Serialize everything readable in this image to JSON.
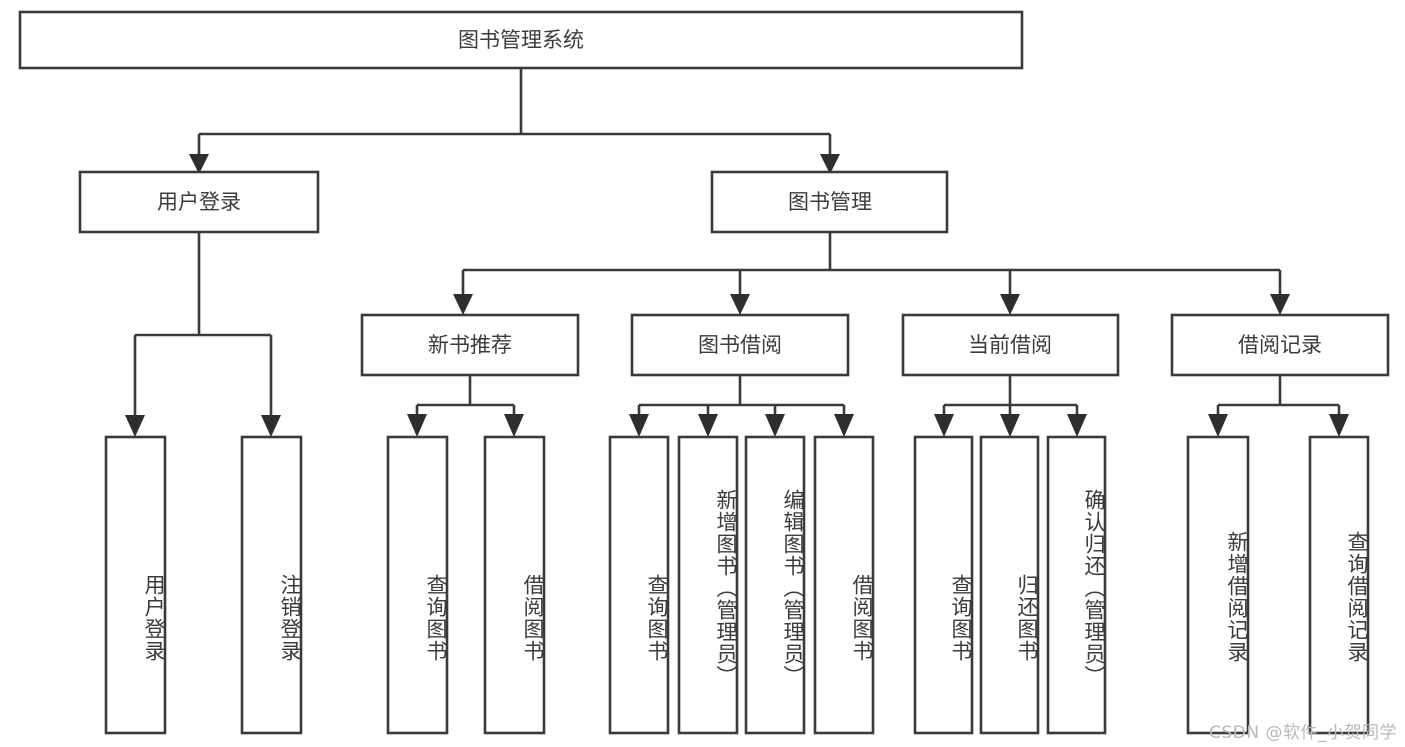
{
  "diagram": {
    "type": "tree",
    "title": "图书管理系统",
    "orientation": "top-down",
    "colors": {
      "background": "#ffffff",
      "box_fill": "#ffffff",
      "box_stroke": "#3a3a3a",
      "connector": "#3a3a3a",
      "arrow": "#2e2e2e",
      "text": "#3c3c3c",
      "watermark": "#b9b9b9"
    },
    "root": {
      "label": "图书管理系统"
    },
    "level2": [
      {
        "label": "用户登录"
      },
      {
        "label": "图书管理"
      }
    ],
    "level3": [
      {
        "label": "新书推荐"
      },
      {
        "label": "图书借阅"
      },
      {
        "label": "当前借阅"
      },
      {
        "label": "借阅记录"
      }
    ],
    "leaves": {
      "user_login": [
        {
          "label": "用户登录"
        },
        {
          "label": "注销登录"
        }
      ],
      "new_book_recommend": [
        {
          "label": "查询图书"
        },
        {
          "label": "借阅图书"
        }
      ],
      "book_borrow": [
        {
          "label": "查询图书"
        },
        {
          "label": "新增图书（管理员）"
        },
        {
          "label": "编辑图书（管理员）"
        },
        {
          "label": "借阅图书"
        }
      ],
      "current_borrow": [
        {
          "label": "查询图书"
        },
        {
          "label": "归还图书"
        },
        {
          "label": "确认归还（管理员）"
        }
      ],
      "borrow_record": [
        {
          "label": "新增借阅记录"
        },
        {
          "label": "查询借阅记录"
        }
      ]
    },
    "watermark": "CSDN @软件_小贺同学"
  }
}
